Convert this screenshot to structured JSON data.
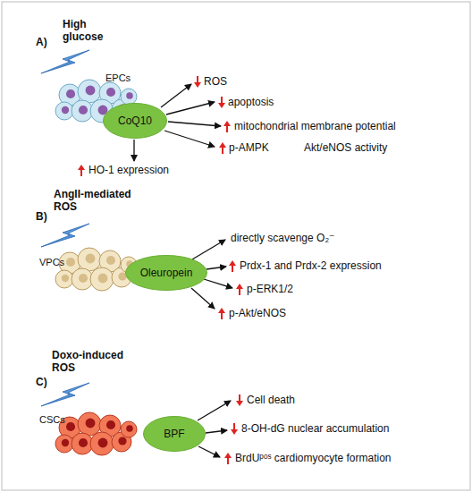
{
  "diagram": {
    "nodes": [
      {
        "text": [
          "CoQ10"
        ]
      },
      {
        "text": [
          "Oleuropein"
        ]
      },
      {
        "text": [
          "BPF"
        ]
      }
    ],
    "labels": [
      "A)",
      "High glucose",
      "EPCs",
      "ROS",
      "apoptosis",
      "mitochondrial membrane potential",
      "p-AMPK",
      "Akt/eNOS activity",
      "HO-1 expression",
      "B)",
      "AngII-mediated ROS",
      "VPCs",
      "directly scavenge O₂⁻",
      "Prdx-1 and Prdx-2 expression",
      "p-ERK1/2",
      "p-Akt/eNOS",
      "C)",
      "Doxo-induced ROS",
      "CSCs",
      "Cell death",
      "8-OH-dG nuclear accumulation",
      "BrdUᵖᵒˢ cardiomyocyte formation"
    ]
  }
}
